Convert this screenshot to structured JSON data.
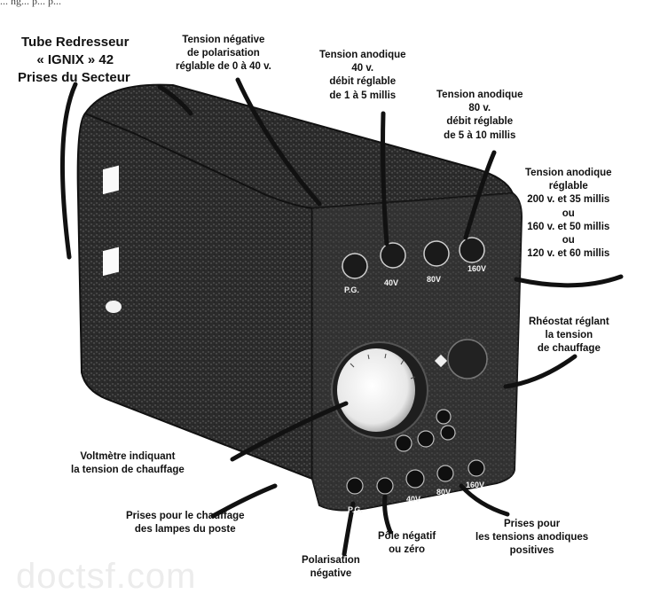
{
  "top_fragment": "... ng... p... p...",
  "labels": {
    "tube": [
      "Tube Redresseur",
      "« IGNIX » 42"
    ],
    "prises_secteur": "Prises du Secteur",
    "polarisation": [
      "Tension négative",
      "de polarisation",
      "réglable de 0 à 40 v."
    ],
    "anodique_40": [
      "Tension anodique",
      "40 v.",
      "débit réglable",
      "de 1 à 5 millis"
    ],
    "anodique_80": [
      "Tension anodique",
      "80 v.",
      "débit réglable",
      "de 5 à 10 millis"
    ],
    "anodique_reglable": [
      "Tension anodique",
      "réglable",
      "200 v. et 35 millis",
      "ou",
      "160 v. et 50 millis",
      "ou",
      "120 v. et 60 millis"
    ],
    "rheostat": [
      "Rhéostat réglant",
      "la tension",
      "de chauffage"
    ],
    "voltmetre": [
      "Voltmètre indiquant",
      "la tension de chauffage"
    ],
    "prises_chauffage": [
      "Prises pour le chauffage",
      "des lampes du poste"
    ],
    "pole_negatif": [
      "Pôle négatif",
      "ou zéro"
    ],
    "prises_anodiques": [
      "Prises pour",
      "les tensions anodiques",
      "positives"
    ],
    "polarisation_negative": [
      "Polarisation",
      "négative"
    ]
  },
  "panel_marks": {
    "top": [
      "P.G.",
      "40V",
      "80V",
      "160V"
    ],
    "bottom": [
      "P.G.",
      "40V",
      "80V",
      "160V"
    ]
  },
  "watermark": "doctsf.com"
}
